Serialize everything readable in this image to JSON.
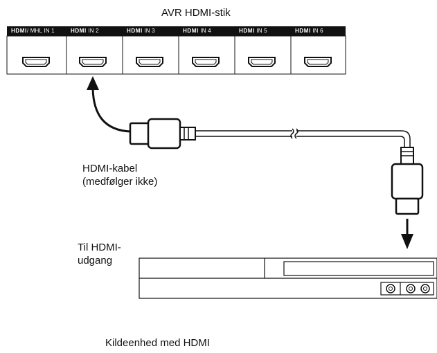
{
  "panel": {
    "title": "AVR HDMI-stik",
    "ports": [
      {
        "logo": "HDMI",
        "label": "/ MHL IN 1"
      },
      {
        "logo": "HDMI",
        "label": "IN 2"
      },
      {
        "logo": "HDMI",
        "label": "IN 3"
      },
      {
        "logo": "HDMI",
        "label": "IN 4"
      },
      {
        "logo": "HDMI",
        "label": "IN 5"
      },
      {
        "logo": "HDMI",
        "label": "IN 6"
      }
    ]
  },
  "cable": {
    "label_line1": "HDMI-kabel",
    "label_line2": "(medfølger ikke)"
  },
  "source": {
    "output_label_line1": "Til HDMI-",
    "output_label_line2": "udgang",
    "device_label": "Kildeenhed med HDMI"
  }
}
